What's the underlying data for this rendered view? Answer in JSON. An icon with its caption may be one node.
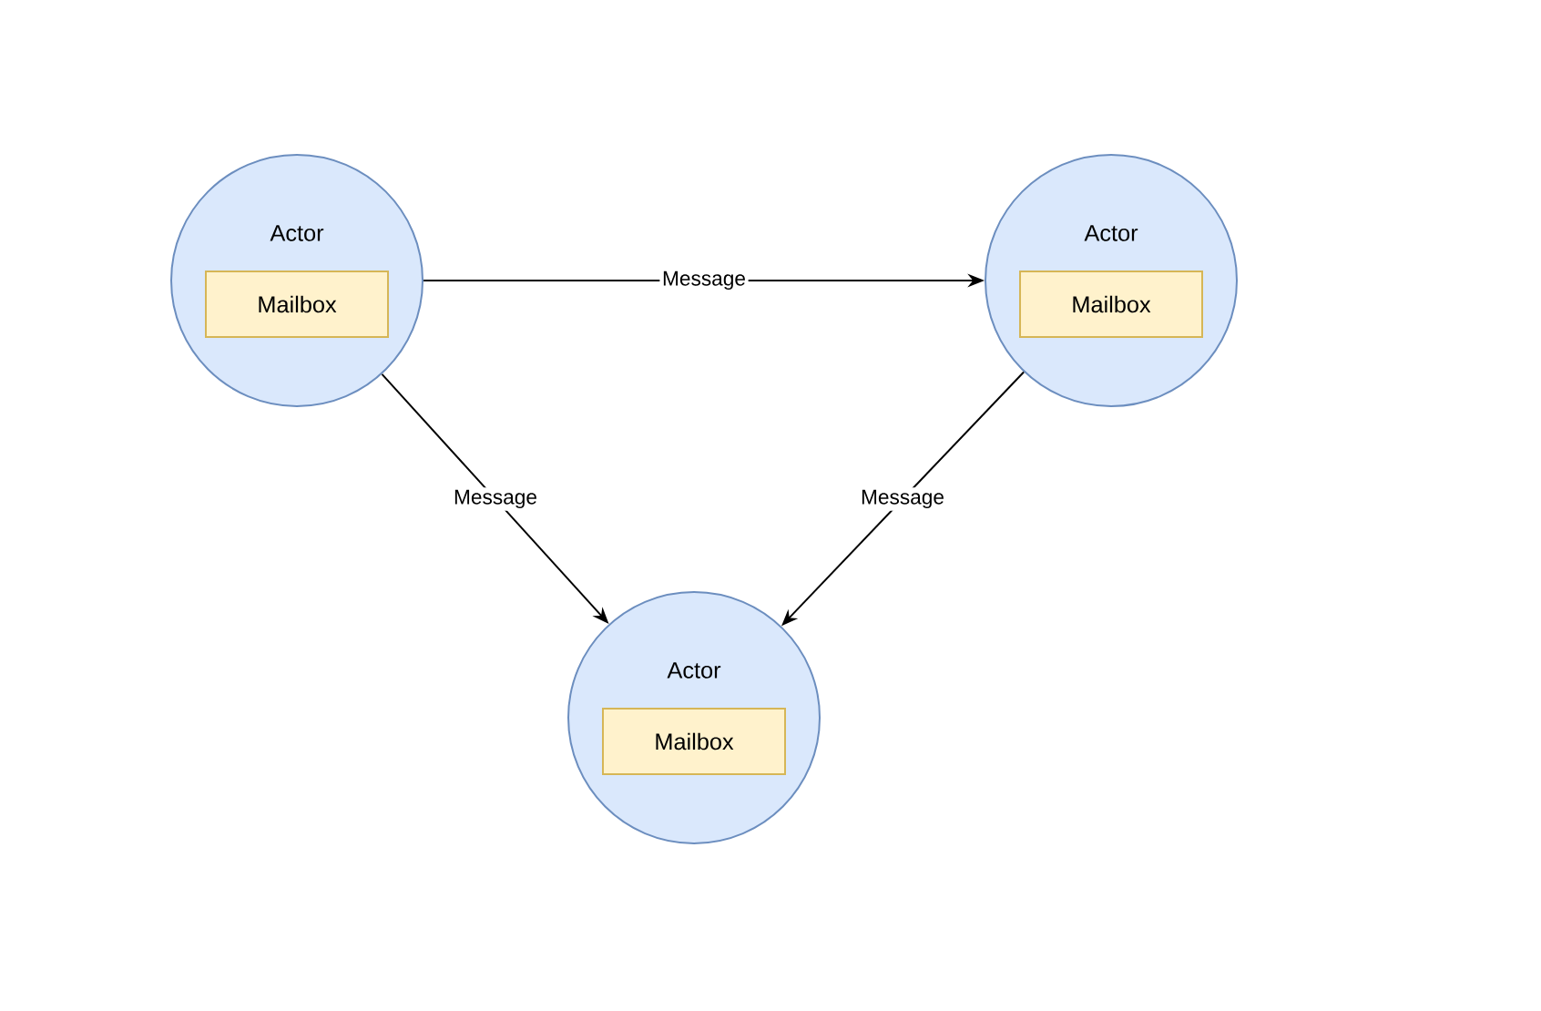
{
  "diagram": {
    "nodes": [
      {
        "text": [
          "Actor"
        ]
      },
      {
        "text": [
          "Mailbox"
        ],
        "in": 0
      },
      {
        "text": [
          "Actor"
        ]
      },
      {
        "text": [
          "Mailbox"
        ],
        "in": 2
      },
      {
        "text": [
          "Actor"
        ]
      },
      {
        "text": [
          "Mailbox"
        ],
        "in": 4
      }
    ],
    "edges": [
      {
        "from": 0,
        "to": 2,
        "arrow": "to",
        "label": "Message"
      },
      {
        "from": 0,
        "to": 4,
        "arrow": "to",
        "label": "Message"
      },
      {
        "from": 2,
        "to": 4,
        "arrow": "to",
        "label": "Message"
      }
    ]
  }
}
